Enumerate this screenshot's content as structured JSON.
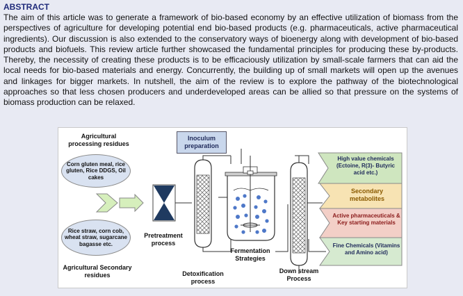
{
  "abstract": {
    "heading": "ABSTRACT",
    "text": "The aim of this article was to generate a framework of bio-based economy by an effective utilization of biomass from the perspectives of agriculture for developing potential end bio-based products (e.g. pharmaceuticals, active pharmaceutical ingredients). Our discussion is also extended to the conservatory ways of bioenergy along with development of bio-based products and biofuels. This review article further showcased the fundamental principles for producing these by-products. Thereby, the necessity of creating these products is to be efficaciously utilization by small-scale farmers that can aid the local needs for bio-based materials and energy. Concurrently, the building up of small markets will open up the avenues and linkages for bigger markets. In nutshell, the aim of the review is to explore the pathway of the biotechnological approaches so that less chosen producers and underdeveloped areas can be allied so that pressure on the systems of biomass production can be relaxed."
  },
  "figure": {
    "processing_residues_label": "Agricultural processing residues",
    "processing_residues_items": "Corn gluten meal, rice gluten, Rice DDGS, Oil cakes",
    "secondary_residues_items": "Rice straw, corn cob, wheat straw, sugarcane bagasse etc.",
    "secondary_residues_label": "Agricultural Secondary residues",
    "inoculum_label": "Inoculum preparation",
    "pretreatment_label": "Pretreatment process",
    "detox_label": "Detoxification process",
    "fermentation_label": "Fermentation Strategies",
    "downstream_label": "Down stream Process",
    "products": [
      {
        "label": "High value chemicals (Ectoine, R(3)- Butyric acid etc.)",
        "color": "#cfe6bf",
        "text_color": "#1f2a5a"
      },
      {
        "label": "Secondary metabolites",
        "color": "#f7e3b3",
        "text_color": "#8a5a00"
      },
      {
        "label": "Active pharmaceuticals & Key starting materials",
        "color": "#f3cfc7",
        "text_color": "#8a1a1a"
      },
      {
        "label": "Fine Chemicals (Vitamins and Amino acid)",
        "color": "#d6ead0",
        "text_color": "#1f2a5a"
      }
    ]
  }
}
